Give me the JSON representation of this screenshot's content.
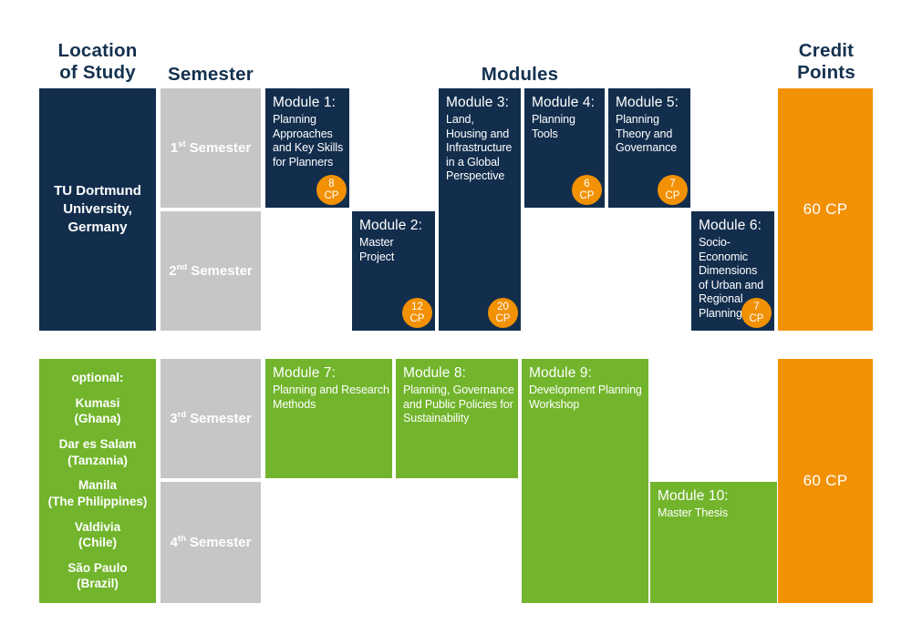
{
  "headers": {
    "location": "Location\nof Study",
    "semester": "Semester",
    "modules": "Modules",
    "credits": "Credit\nPoints"
  },
  "cp_unit": "CP",
  "colors": {
    "navy": "#132e4d",
    "gray": "#c6c6c6",
    "green": "#72b52c",
    "orange": "#f29104"
  },
  "sections": {
    "tu": {
      "location": "TU Dortmund\nUniversity,\nGermany",
      "semesters": [
        {
          "ordinal": "1",
          "suffix": "st",
          "word": "Semester"
        },
        {
          "ordinal": "2",
          "suffix": "nd",
          "word": "Semester"
        }
      ],
      "total": "60 CP",
      "modules": [
        {
          "title": "Module 1:",
          "desc": "Planning\nApproaches\nand Key Skills\nfor Planners",
          "cp": "8"
        },
        {
          "title": "Module 2:",
          "desc": "Master\nProject",
          "cp": "12"
        },
        {
          "title": "Module 3:",
          "desc": "Land,\nHousing and\nInfrastructure\nin a Global\nPerspective",
          "cp": "20"
        },
        {
          "title": "Module 4:",
          "desc": "Planning Tools",
          "cp": "6"
        },
        {
          "title": "Module 5:",
          "desc": "Planning\nTheory and\nGovernance",
          "cp": "7"
        },
        {
          "title": "Module 6:",
          "desc": "Socio-\nEconomic\nDimensions\nof Urban and\nRegional\nPlanning",
          "cp": "7"
        }
      ]
    },
    "abroad": {
      "optional_label": "optional:",
      "locations": [
        "Kumasi\n(Ghana)",
        "Dar es Salam\n(Tanzania)",
        "Manila\n(The Philippines)",
        "Valdivia\n(Chile)",
        "São Paulo\n(Brazil)"
      ],
      "semesters": [
        {
          "ordinal": "3",
          "suffix": "rd",
          "word": "Semester"
        },
        {
          "ordinal": "4",
          "suffix": "th",
          "word": "Semester"
        }
      ],
      "total": "60 CP",
      "modules": [
        {
          "title": "Module 7:",
          "desc": "Planning and Research\nMethods"
        },
        {
          "title": "Module 8:",
          "desc": "Planning, Governance\nand Public Policies for\nSustainability"
        },
        {
          "title": "Module 9:",
          "desc": "Development Planning\nWorkshop"
        },
        {
          "title": "Module 10:",
          "desc": "Master Thesis"
        }
      ]
    }
  }
}
